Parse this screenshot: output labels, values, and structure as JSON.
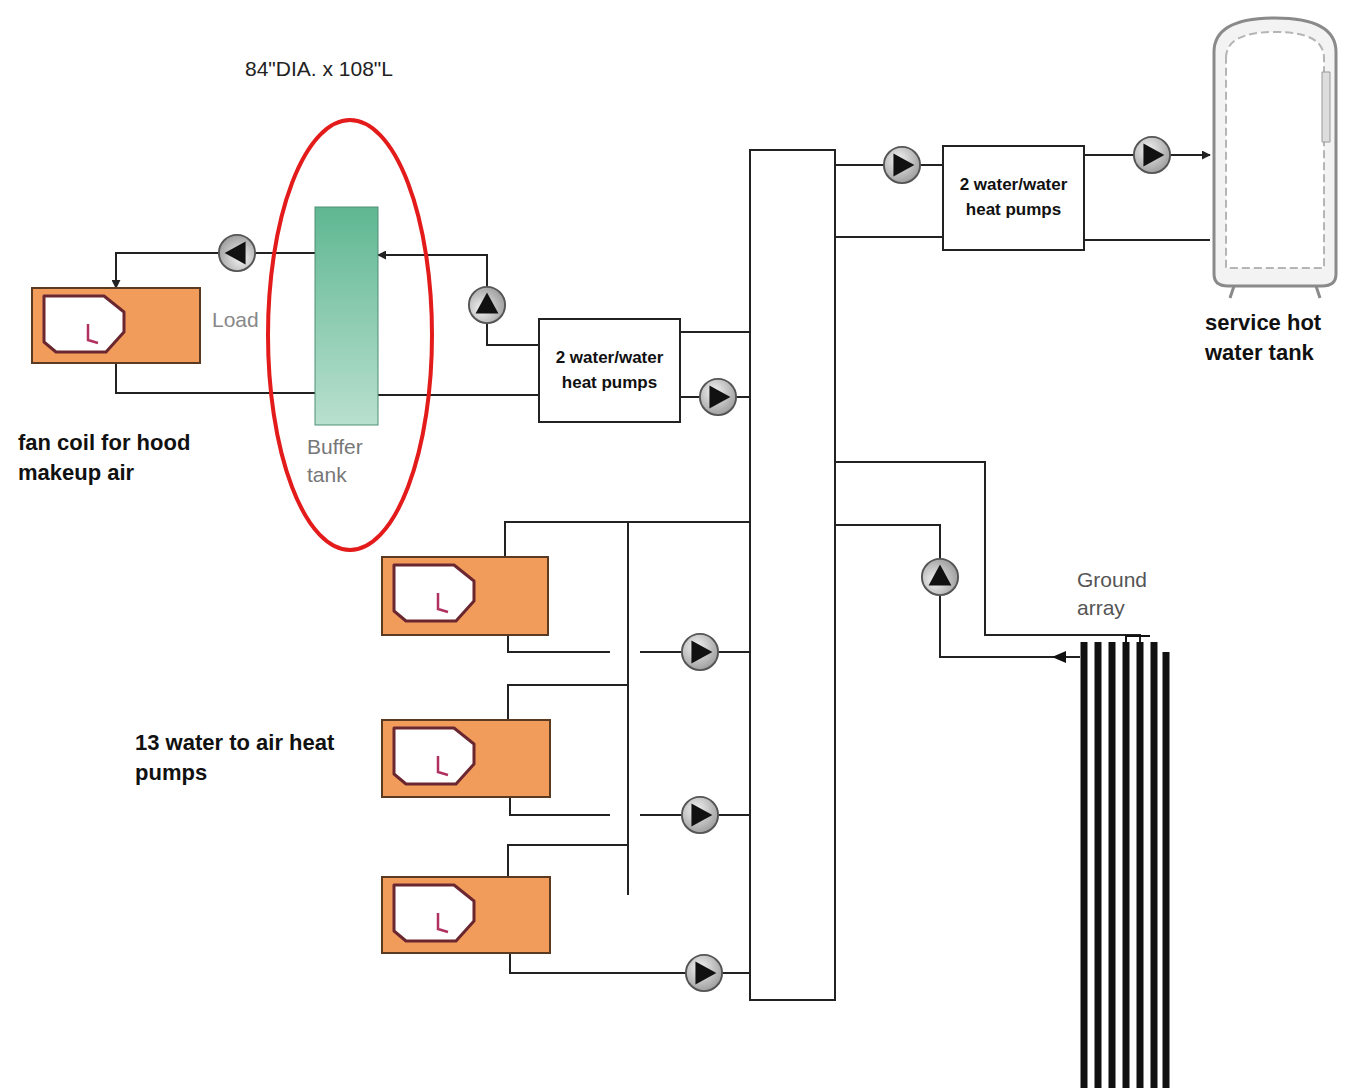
{
  "diagram": {
    "nodes": [
      {
        "text": [
          "fan coil for hood makeup air"
        ]
      },
      {
        "text": [
          "Buffer tank"
        ]
      },
      {
        "text": [
          "2 water/water heat pumps"
        ]
      },
      {
        "text": [
          "2 water/water heat pumps"
        ]
      },
      {
        "text": [
          "service hot water tank"
        ]
      }
    ],
    "edges": [
      {
        "from": 1,
        "to": 0,
        "arrow": "to"
      },
      {
        "from": 0,
        "to": 1,
        "arrow": "none"
      },
      {
        "from": 2,
        "to": 1,
        "arrow": "to"
      },
      {
        "from": 1,
        "to": 2,
        "arrow": "none"
      },
      {
        "from": 3,
        "to": 4,
        "arrow": "to"
      },
      {
        "from": 4,
        "to": 3,
        "arrow": "none"
      }
    ],
    "labels": [
      "84\"DIA. x 108\"L",
      "Load",
      "13 water to air heat pumps",
      "Ground array"
    ]
  }
}
